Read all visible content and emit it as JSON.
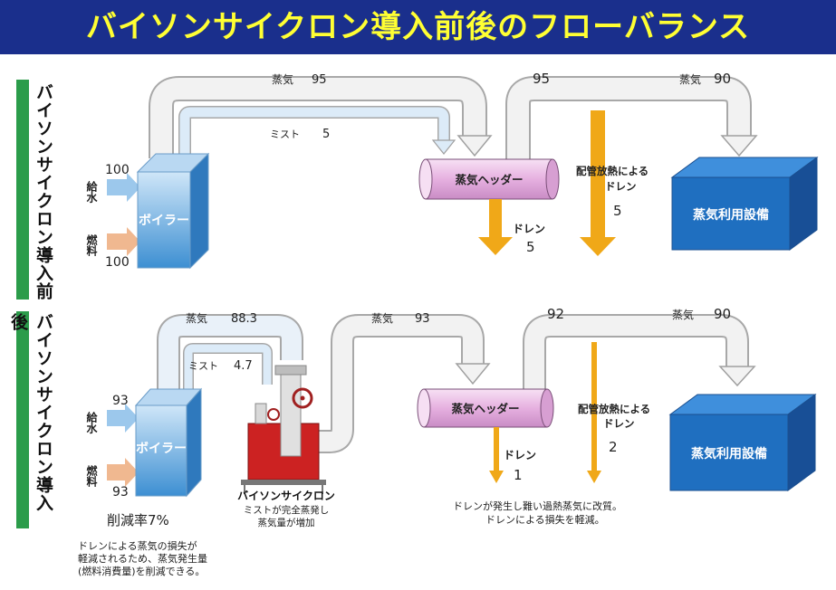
{
  "title": "バイソンサイクロン導入前後のフローバランス",
  "before": {
    "section_label": "バイソンサイクロン導入前",
    "steam_label": "蒸気",
    "steam_value": "95",
    "mist_label": "ミスト",
    "mist_value": "5",
    "feed_water_label": "給水",
    "feed_water_value": "100",
    "fuel_label": "燃料",
    "fuel_value": "100",
    "boiler_label": "ボイラー",
    "header_label": "蒸気ヘッダー",
    "header_out_value": "95",
    "drain_label": "ドレン",
    "drain_value": "5",
    "pipe_loss_label": "配管放熱による",
    "pipe_loss_label2": "ドレン",
    "pipe_loss_value": "5",
    "use_steam_label": "蒸気",
    "use_steam_value": "90",
    "equipment_label": "蒸気利用設備"
  },
  "after": {
    "section_label": "バイソンサイクロン導入後",
    "steam_label": "蒸気",
    "steam_value": "88.3",
    "mist_label": "ミスト",
    "mist_value": "4.7",
    "feed_water_label": "給水",
    "feed_water_value": "93",
    "fuel_label": "燃料",
    "fuel_value": "93",
    "boiler_label": "ボイラー",
    "cyclone_label": "バイソンサイクロン",
    "cyclone_desc1": "ミストが完全蒸発し",
    "cyclone_desc2": "蒸気量が増加",
    "cyclone_out_label": "蒸気",
    "cyclone_out_value": "93",
    "header_label": "蒸気ヘッダー",
    "header_out_value": "92",
    "drain_label": "ドレン",
    "drain_value": "1",
    "pipe_loss_label": "配管放熱による",
    "pipe_loss_label2": "ドレン",
    "pipe_loss_value": "2",
    "use_steam_label": "蒸気",
    "use_steam_value": "90",
    "equipment_label": "蒸気利用設備",
    "reduction": "削減率7%",
    "note_left_1": "ドレンによる蒸気の損失が",
    "note_left_2": "軽減されるため、蒸気発生量",
    "note_left_3": "(燃料消費量)を削減できる。",
    "note_right_1": "ドレンが発生し難い過熱蒸気に改質。",
    "note_right_2": "ドレンによる損失を軽減。"
  },
  "colors": {
    "title_bg": "#1a2f8c",
    "title_text": "#ffff33",
    "section_bar": "#2b9c4a",
    "boiler": "#4f9ed8",
    "header_pipe": "#e5a7e0",
    "equipment": "#1f6fc0",
    "drain_arrow": "#f0a818",
    "feed_arrow": "#9cc8ec",
    "fuel_arrow": "#f0b890",
    "cyclone": "#cc2222"
  }
}
